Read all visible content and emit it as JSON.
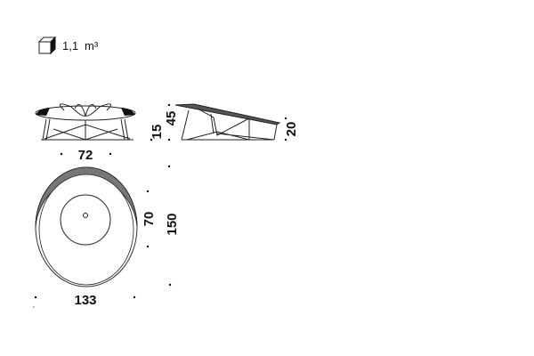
{
  "volume": {
    "icon": "cube-icon",
    "value": "1,1",
    "unit": "m³"
  },
  "dimensions": {
    "front_width": "72",
    "front_height_low": "15",
    "front_height_high": "45",
    "side_height": "20",
    "top_inner": "70",
    "top_length": "150",
    "top_width": "133"
  }
}
